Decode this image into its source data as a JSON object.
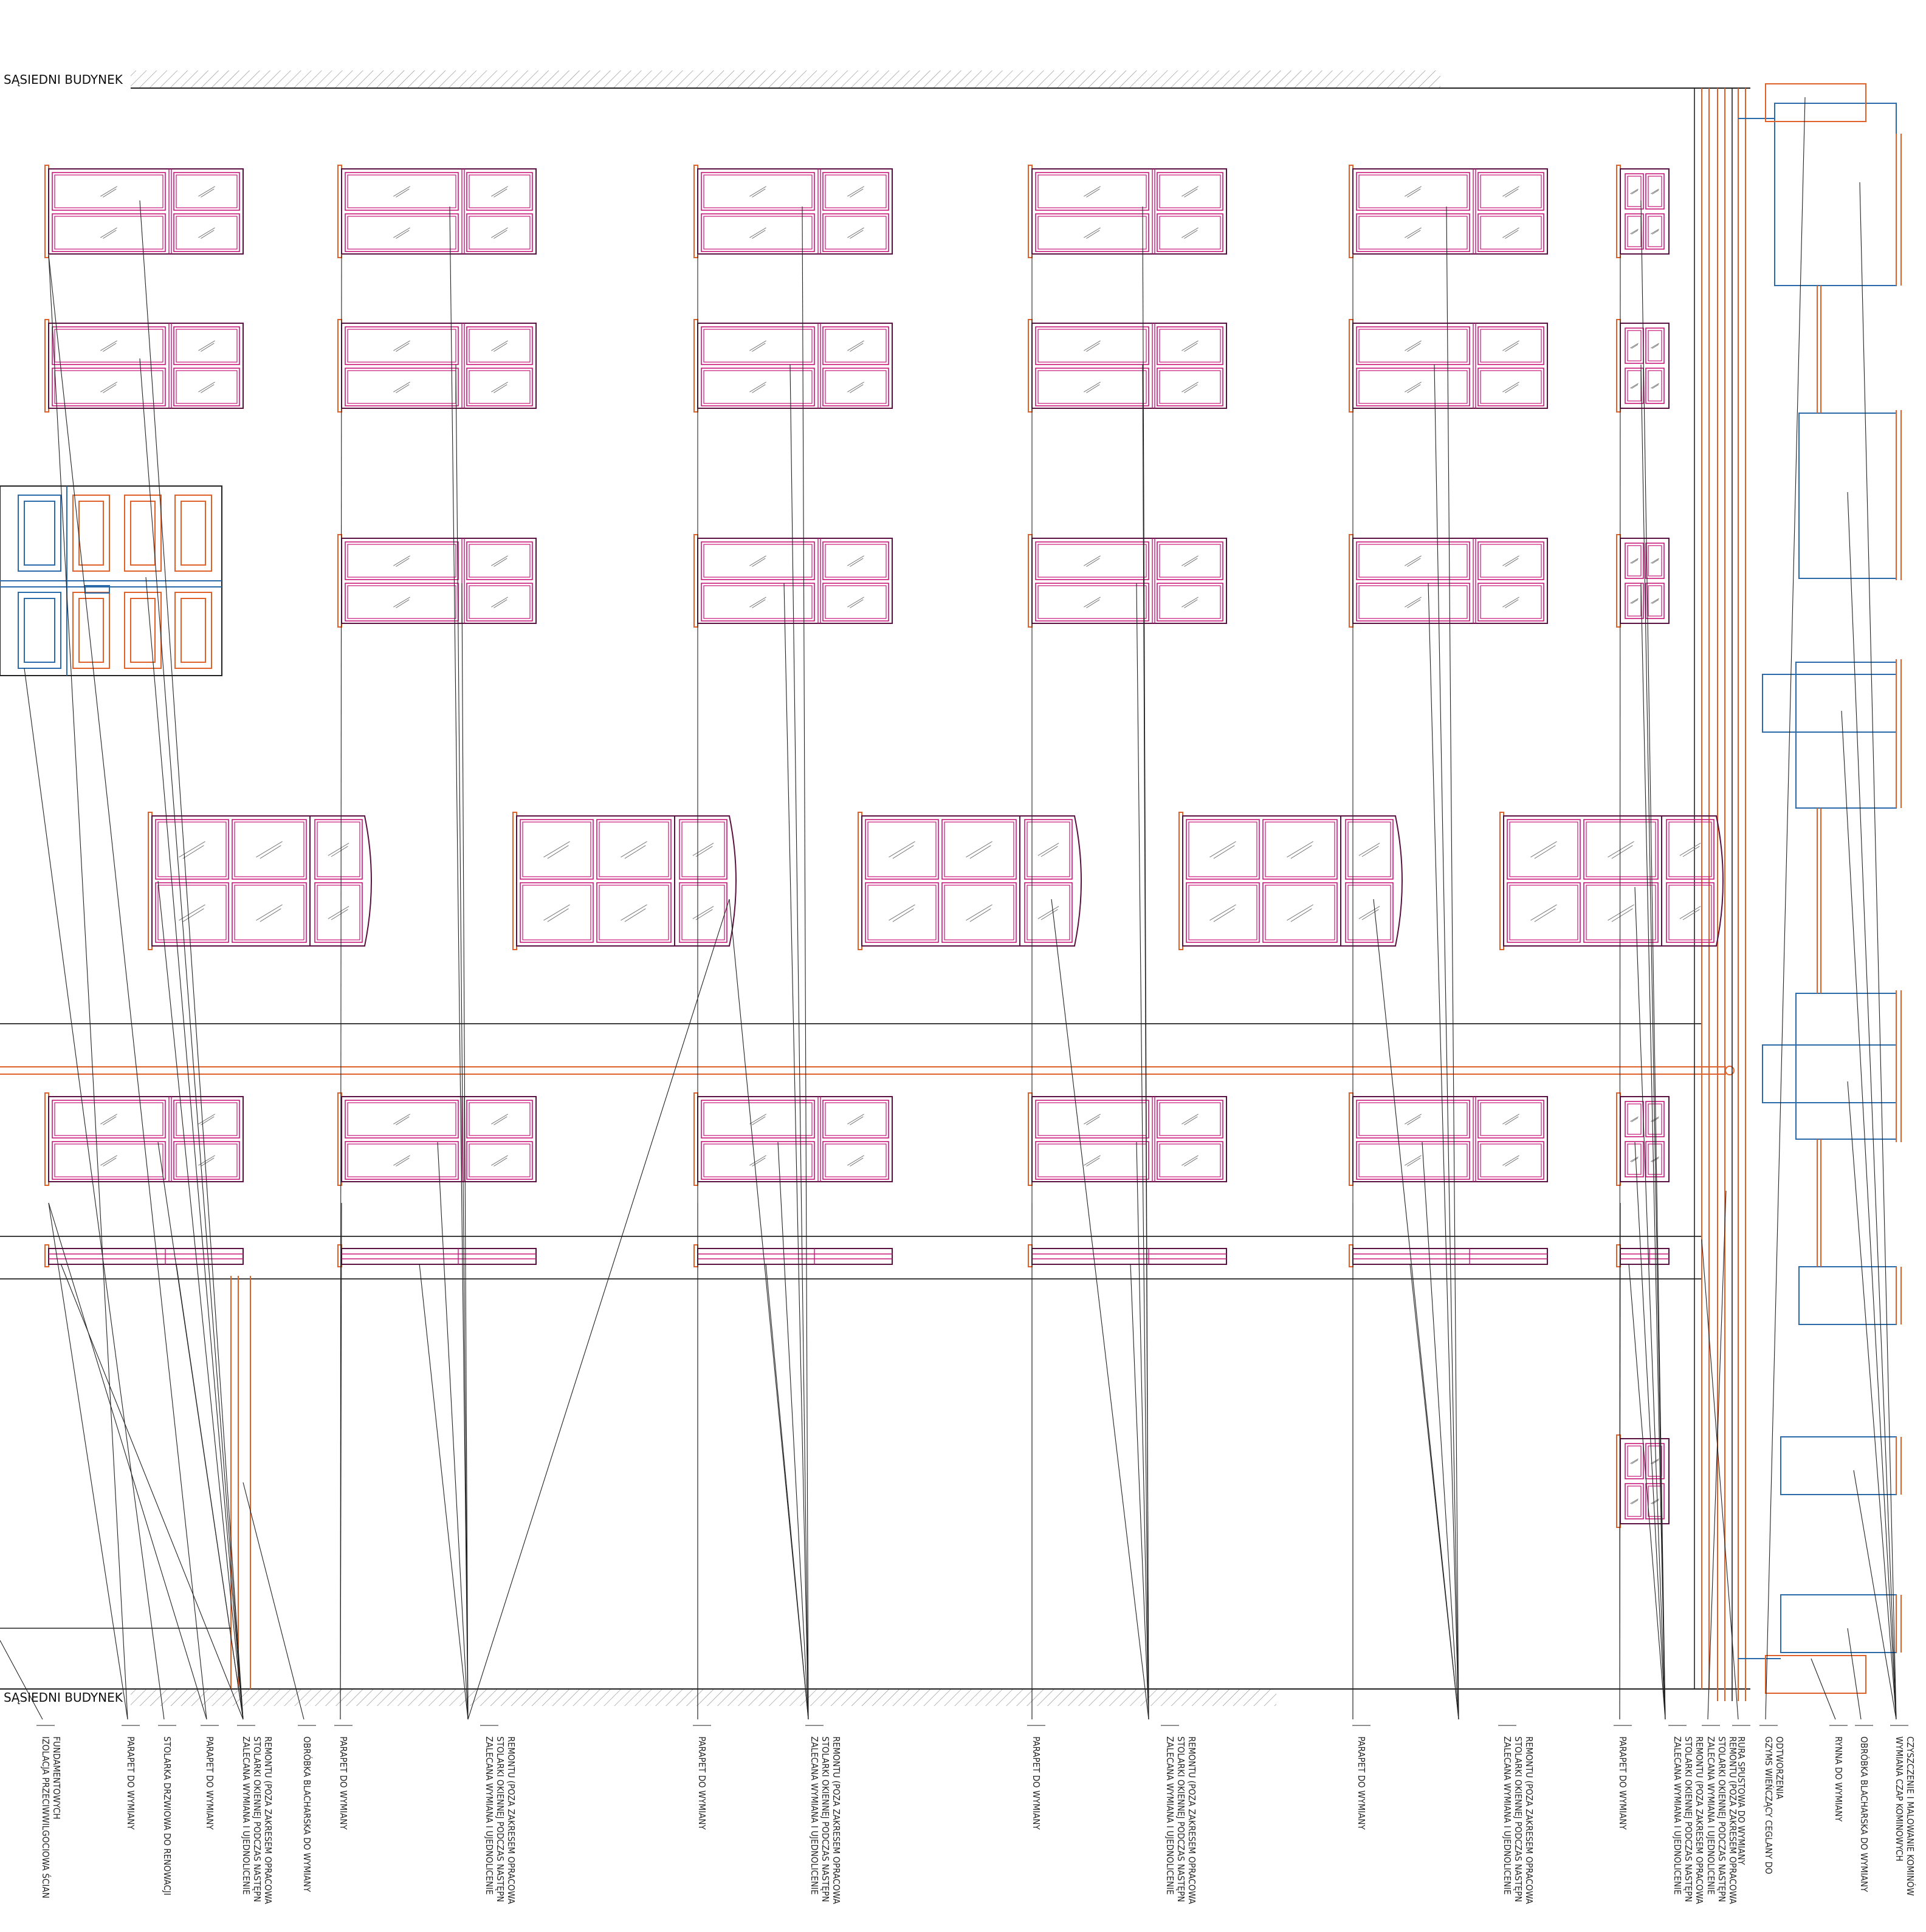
{
  "labels": {
    "neighbor_top": "SĄSIEDNI BUDYNEK",
    "neighbor_bottom": "SĄSIEDNI BUDYNEK"
  },
  "annotations": [
    {
      "lines": [
        "IZOLACJA PRZECIWWILGOCIOWA ŚCIAN",
        "FUNDAMENTOWYCH"
      ]
    },
    {
      "lines": [
        "PARAPET DO WYMIANY"
      ]
    },
    {
      "lines": [
        "STOLARKA DRZWIOWA DO RENOWACJI"
      ]
    },
    {
      "lines": [
        "PARAPET DO WYMIANY"
      ]
    },
    {
      "lines": [
        "ZALECANA WYMIANA I UJEDNOLICENIE",
        "STOLARKI OKIENNEJ PODCZAS NASTĘPN",
        "REMONTU (POZA ZAKRESEM OPRACOWA"
      ]
    },
    {
      "lines": [
        "OBRÓBKA BLACHARSKA DO WYMIANY"
      ]
    },
    {
      "lines": [
        "PARAPET DO WYMIANY"
      ]
    },
    {
      "lines": [
        "ZALECANA WYMIANA I UJEDNOLICENIE",
        "STOLARKI OKIENNEJ PODCZAS NASTĘPN",
        "REMONTU (POZA ZAKRESEM OPRACOWA"
      ]
    },
    {
      "lines": [
        "PARAPET DO WYMIANY"
      ]
    },
    {
      "lines": [
        "ZALECANA WYMIANA I UJEDNOLICENIE",
        "STOLARKI OKIENNEJ PODCZAS NASTĘPN",
        "REMONTU (POZA ZAKRESEM OPRACOWA"
      ]
    },
    {
      "lines": [
        "PARAPET DO WYMIANY"
      ]
    },
    {
      "lines": [
        "ZALECANA WYMIANA I UJEDNOLICENIE",
        "STOLARKI OKIENNEJ PODCZAS NASTĘPN",
        "REMONTU (POZA ZAKRESEM OPRACOWA"
      ]
    },
    {
      "lines": [
        "PARAPET DO WYMIANY"
      ]
    },
    {
      "lines": [
        "ZALECANA WYMIANA I UJEDNOLICENIE",
        "STOLARKI OKIENNEJ PODCZAS NASTĘPN",
        "REMONTU (POZA ZAKRESEM OPRACOWA"
      ]
    },
    {
      "lines": [
        "PARAPET DO WYMIANY"
      ]
    },
    {
      "lines": [
        "ZALECANA WYMIANA I UJEDNOLICENIE",
        "STOLARKI OKIENNEJ PODCZAS NASTĘPN",
        "REMONTU (POZA ZAKRESEM OPRACOWA"
      ]
    },
    {
      "lines": [
        "ZALECANA WYMIANA I UJEDNOLICENIE",
        "STOLARKI OKIENNEJ PODCZAS NASTĘPN",
        "REMONTU (POZA ZAKRESEM OPRACOWA"
      ]
    },
    {
      "lines": [
        "RURA SPUSTOWA DO WYMIANY"
      ]
    },
    {
      "lines": [
        "GZYMS WIEŃCZĄCY CEGLANY DO",
        "ODTWORZENIA"
      ]
    },
    {
      "lines": [
        "RYNNA DO WYMIANY"
      ]
    },
    {
      "lines": [
        "OBRÓBKA BLACHARSKA DO WYMIANY"
      ]
    },
    {
      "lines": [
        "WYMIANA CZAP KOMINOWYCH",
        "CZYSZCZENIE I MALOWANIE KOMINÓW"
      ]
    }
  ],
  "colors": {
    "line": "#222222",
    "window": "#c8157a",
    "window_dark": "#5a1040",
    "orange": "#e0602a",
    "blue": "#2a6aa8",
    "hatch": "#888888"
  }
}
